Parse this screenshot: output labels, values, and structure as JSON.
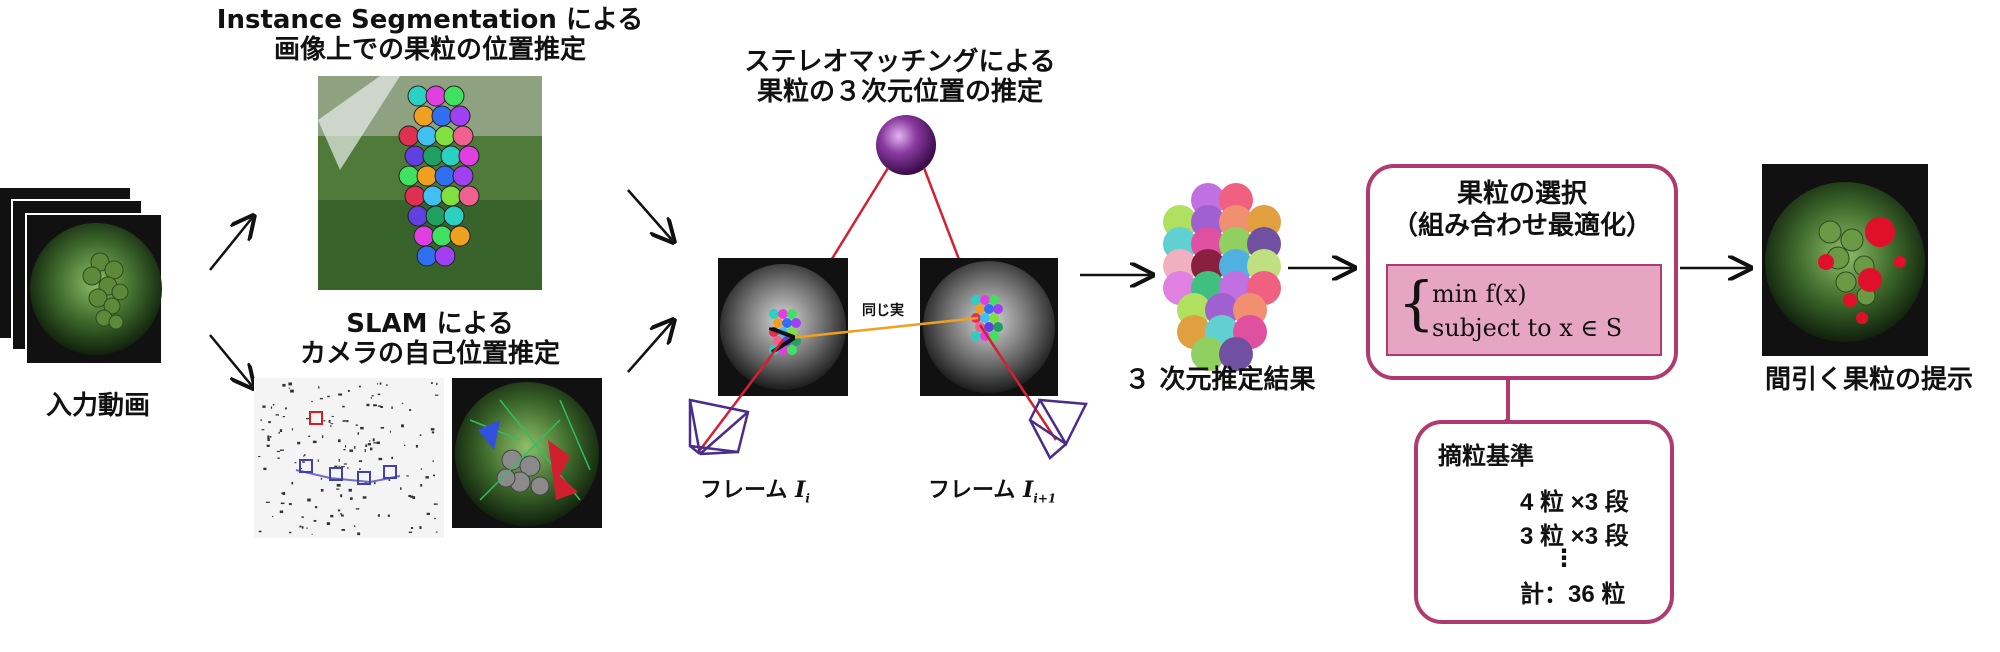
{
  "input": {
    "label": "入力動画"
  },
  "segmentation": {
    "line1": "Instance Segmentation による",
    "line2": "画像上での果粒の位置推定"
  },
  "slam": {
    "line1": "SLAM による",
    "line2": "カメラの自己位置推定"
  },
  "stereo": {
    "line1": "ステレオマッチングによる",
    "line2": "果粒の３次元位置の推定",
    "match_label": "同じ実",
    "frame_left": "フレーム",
    "frame_left_sym": "I",
    "frame_left_sub": "i",
    "frame_right": "フレーム",
    "frame_right_sym": "I",
    "frame_right_sub": "i+1"
  },
  "result": {
    "label": "３ 次元推定結果"
  },
  "selection": {
    "line1": "果粒の選択",
    "line2": "（組み合わせ最適化）",
    "formula_line1": "min f(x)",
    "formula_line2": "subject to x ∈ S"
  },
  "criteria": {
    "title": "摘粒基準",
    "row1": "4 粒 ×3 段",
    "row2": "3 粒 ×3 段",
    "ellipsis": "⋮",
    "total": "計：36 粒"
  },
  "output": {
    "label": "間引く果粒の提示"
  },
  "colors": {
    "accent": "#b03a70",
    "formula_bg": "#e6a5c2",
    "arrow": "#111111",
    "match_line": "#f0a020",
    "camera": "#4a2d8a",
    "ray": "#d42030"
  }
}
